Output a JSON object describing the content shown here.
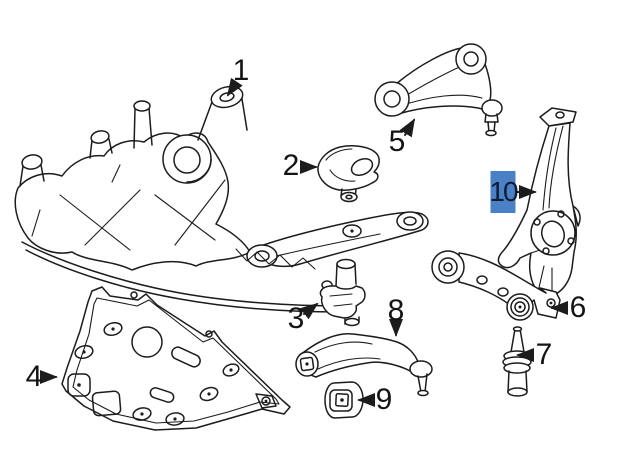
{
  "diagram": {
    "kind": "front-suspension-parts-diagram",
    "background_color": "#ffffff",
    "line_color": "#1c1c1c",
    "highlight_color": "#4A80C6",
    "highlight_text_color": "#0E1B33",
    "label_color": "#141414",
    "callouts": [
      {
        "label": "1",
        "part_drawing": "front-subframe-crossmember",
        "highlighted": false
      },
      {
        "label": "2",
        "part_drawing": "cover-cap",
        "highlighted": false
      },
      {
        "label": "3",
        "part_drawing": "mount-bracket",
        "highlighted": false
      },
      {
        "label": "4",
        "part_drawing": "underbody-skid-plate",
        "highlighted": false
      },
      {
        "label": "5",
        "part_drawing": "upper-control-arm",
        "highlighted": false
      },
      {
        "label": "6",
        "part_drawing": "lower-control-arm",
        "highlighted": false
      },
      {
        "label": "7",
        "part_drawing": "ball-joint",
        "highlighted": false
      },
      {
        "label": "8",
        "part_drawing": "tension-strut-arm",
        "highlighted": false
      },
      {
        "label": "9",
        "part_drawing": "bushing",
        "highlighted": false
      },
      {
        "label": "10",
        "part_drawing": "steering-knuckle",
        "highlighted": true
      }
    ]
  }
}
